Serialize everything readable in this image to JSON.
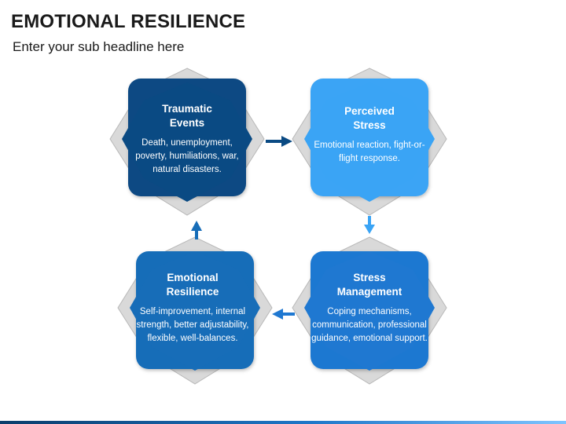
{
  "header": {
    "title": "EMOTIONAL RESILIENCE",
    "subtitle": "Enter your sub headline here"
  },
  "cards": [
    {
      "title_line1": "Traumatic",
      "title_line2": "Events",
      "body": "Death, unemployment, poverty, humiliations, war, natural disasters.",
      "color": "#0a4a83"
    },
    {
      "title_line1": "Perceived",
      "title_line2": "Stress",
      "body": "Emotional reaction, fight-or-flight response.",
      "color": "#3aa4f5"
    },
    {
      "title_line1": "Stress",
      "title_line2": "Management",
      "body": "Coping mechanisms, communication, professional guidance, emotional support.",
      "color": "#1f78d1"
    },
    {
      "title_line1": "Emotional",
      "title_line2": "Resilience",
      "body": "Self-improvement, internal strength, better adjustability, flexible, well-balances.",
      "color": "#176db8"
    }
  ],
  "colors": {
    "frame": "#d9d9d9",
    "frame_edge": "#b8b8b8",
    "arrow_dark": "#0a4a83",
    "arrow_light": "#3aa4f5",
    "arrow_mid": "#1f78d1"
  }
}
